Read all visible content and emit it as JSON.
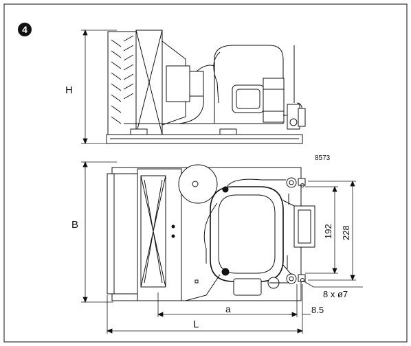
{
  "figure": {
    "badge_number": "4",
    "drawing_code": "8573",
    "colors": {
      "ink": "#111111",
      "paper": "#ffffff",
      "frame": "#333333"
    }
  },
  "side_view": {
    "dimension_height": "H"
  },
  "top_view": {
    "dimension_width": "B",
    "dimension_length": "L",
    "dimension_a": "a",
    "dimension_192": "192",
    "dimension_228": "228",
    "dimension_holes": "8 x ø7",
    "dimension_offset": "8.5"
  }
}
